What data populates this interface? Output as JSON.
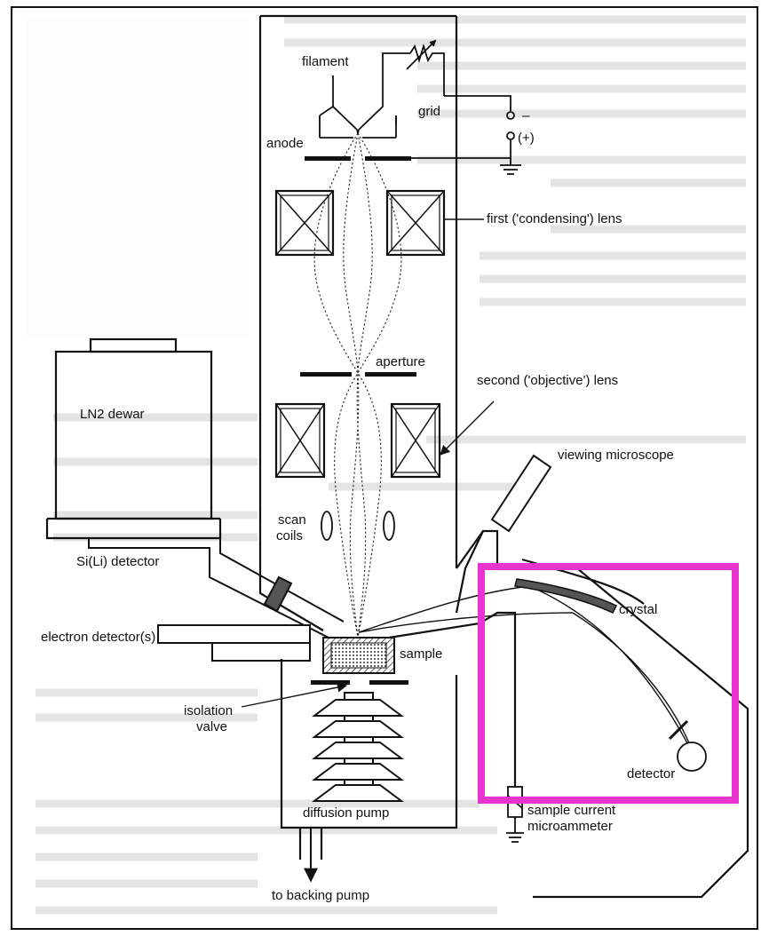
{
  "diagram": {
    "labels": {
      "filament": "filament",
      "grid": "grid",
      "minus": "–",
      "plus": "(+)",
      "anode": "anode",
      "first_lens": "first ('condensing') lens",
      "aperture": "aperture",
      "second_lens": "second ('objective') lens",
      "ln2_dewar": "LN2 dewar",
      "viewing_microscope": "viewing microscope",
      "scan_coils_1": "scan",
      "scan_coils_2": "coils",
      "si_li_detector": "Si(Li) detector",
      "crystal": "crystal",
      "electron_detectors": "electron detector(s)",
      "sample": "sample",
      "isolation_valve_1": "isolation",
      "isolation_valve_2": "valve",
      "detector": "detector",
      "diffusion_pump": "diffusion pump",
      "sample_current_1": "sample current",
      "sample_current_2": "microammeter",
      "backing_pump": "to backing pump"
    },
    "colors": {
      "highlight": "#e933cf",
      "ink": "#111111",
      "background": "#ffffff",
      "bleed_through": "#b9b9b9"
    }
  }
}
